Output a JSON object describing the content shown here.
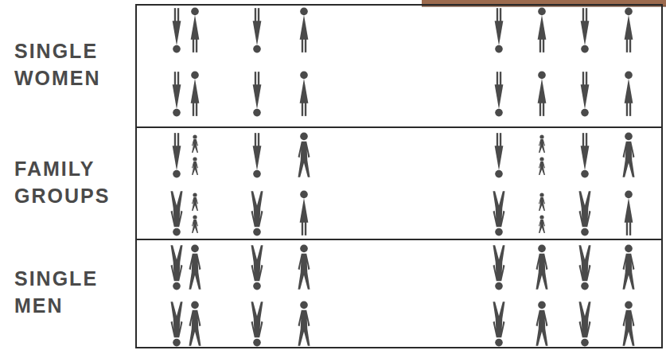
{
  "diagram": {
    "nodes": [
      {
        "text": [
          "SINGLE WOMEN"
        ]
      },
      {
        "text": [
          "FAMILY GROUPS"
        ]
      },
      {
        "text": [
          "SINGLE MEN"
        ]
      }
    ]
  }
}
